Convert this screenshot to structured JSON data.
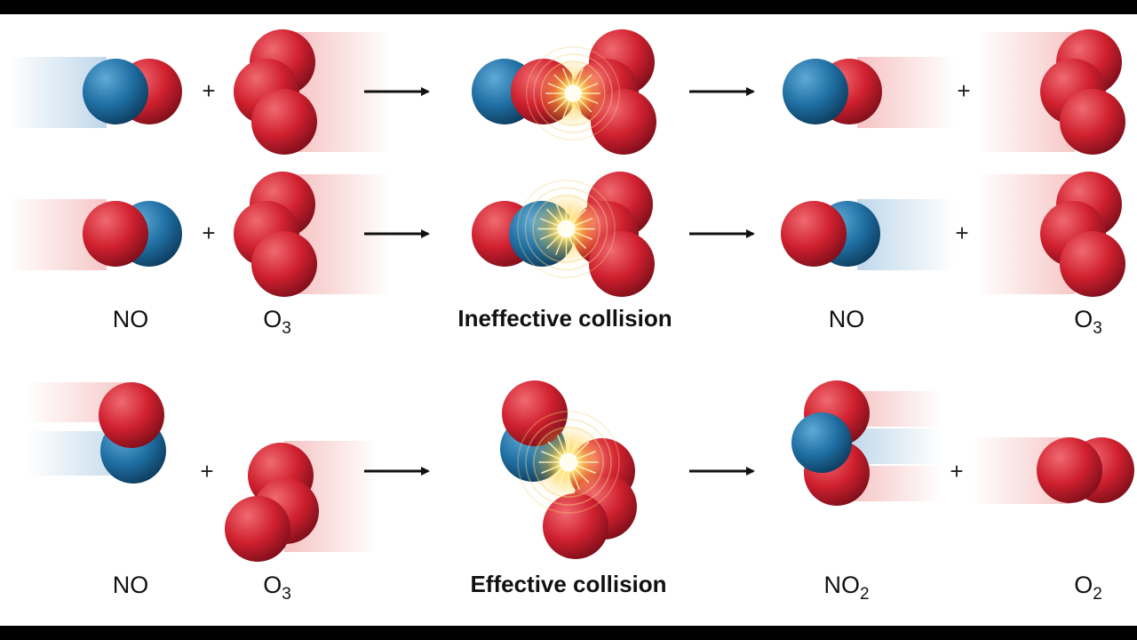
{
  "rows": [
    {
      "labels": [],
      "caption": ""
    },
    {
      "labels": [
        {
          "base": "NO",
          "sub": ""
        },
        {
          "base": "O",
          "sub": "3"
        },
        {
          "base": "NO",
          "sub": ""
        },
        {
          "base": "O",
          "sub": "3"
        }
      ],
      "caption": "Ineffective collision"
    },
    {
      "labels": [
        {
          "base": "NO",
          "sub": ""
        },
        {
          "base": "O",
          "sub": "3"
        },
        {
          "base": "NO",
          "sub": "2"
        },
        {
          "base": "O",
          "sub": "2"
        }
      ],
      "caption": "Effective collision"
    }
  ],
  "symbols": {
    "plus": "+"
  },
  "colors": {
    "nitrogen": "#1f6fa3",
    "oxygen": "#d0202f",
    "arrow": "#111111",
    "flash": "#ffd24a",
    "background": "#ffffff",
    "frame": "#000000"
  }
}
